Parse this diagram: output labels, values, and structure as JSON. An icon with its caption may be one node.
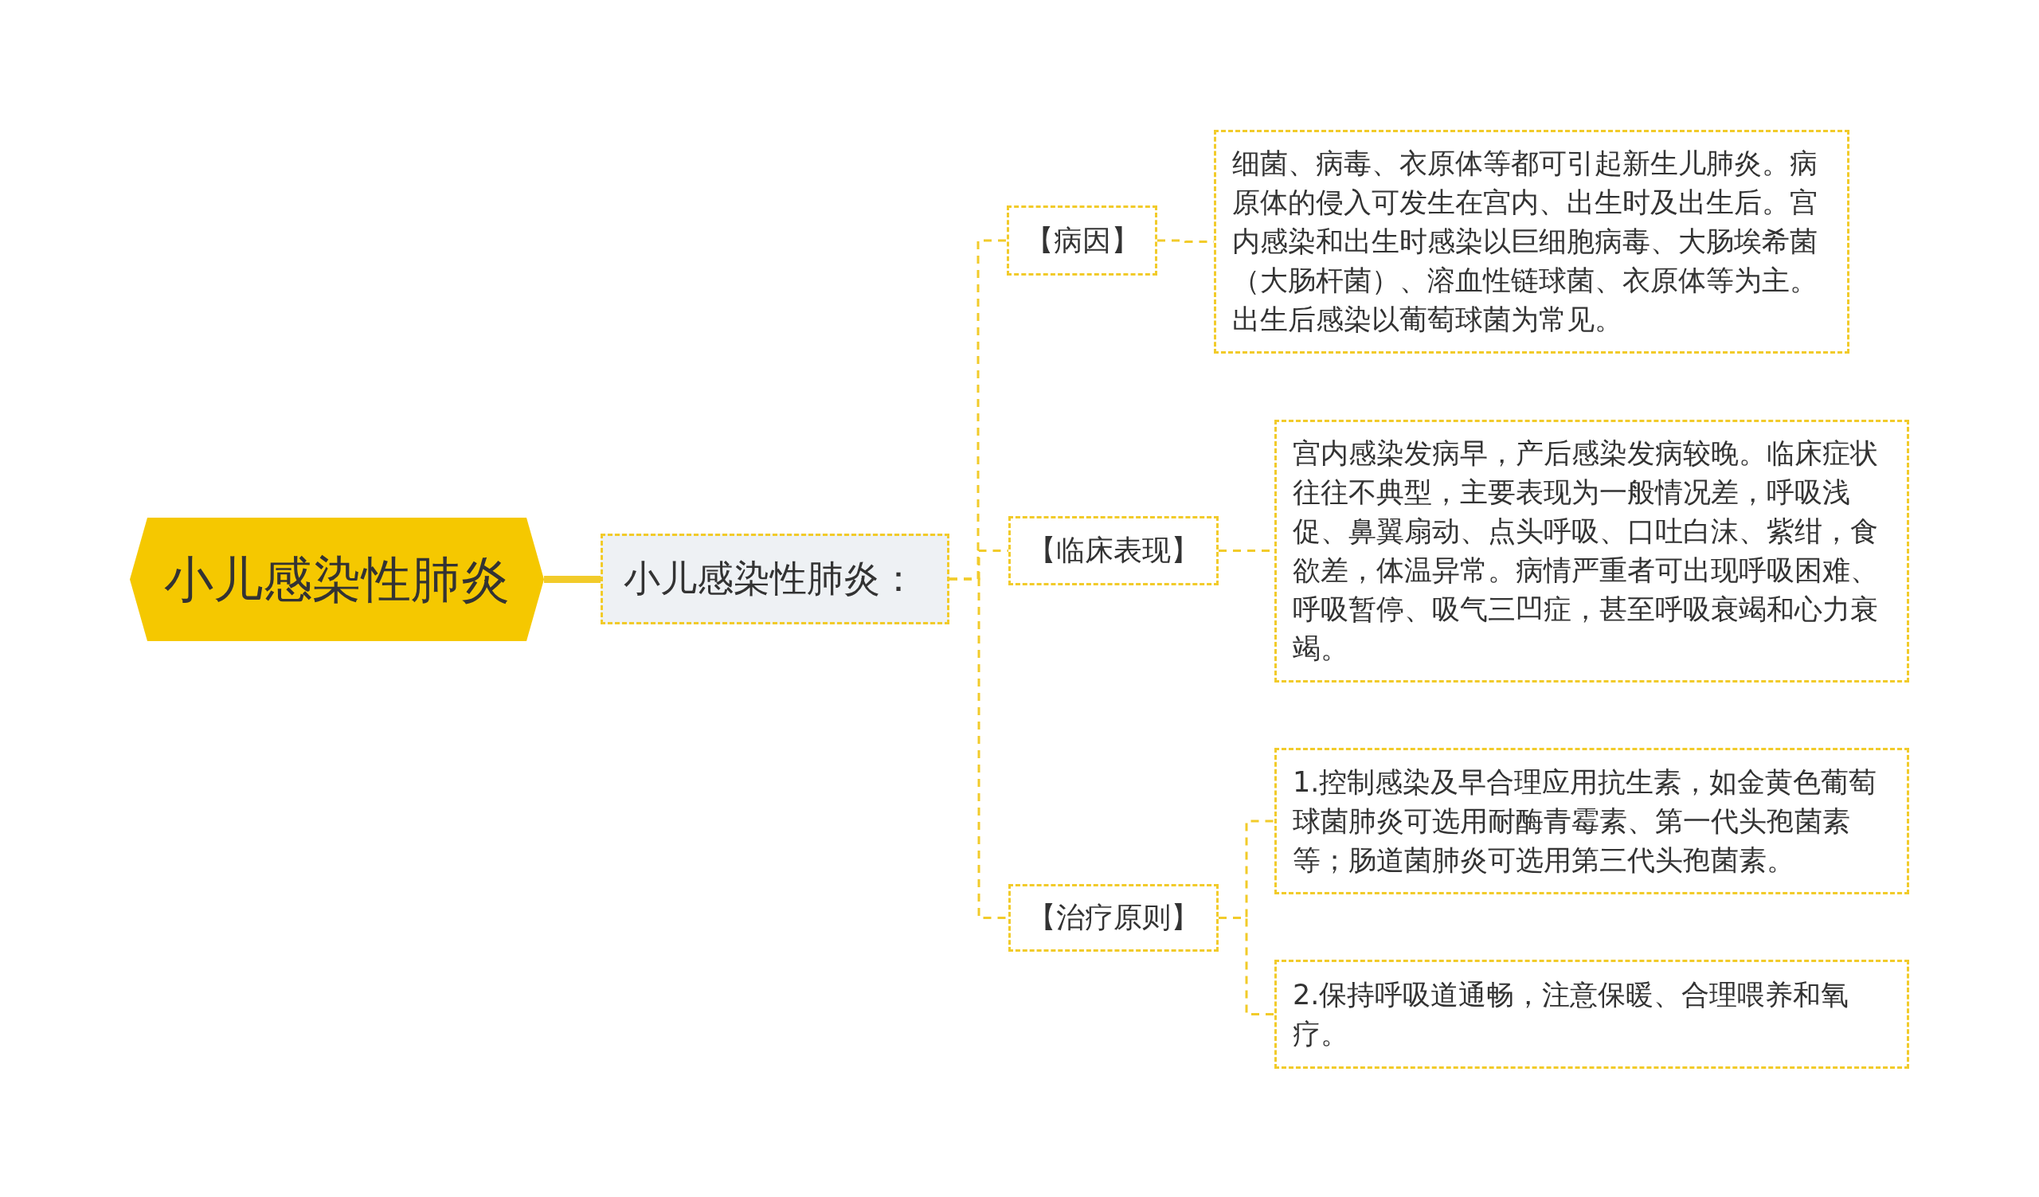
{
  "diagram": {
    "nodes": [
      {
        "text": [
          "小儿感染性肺炎"
        ]
      },
      {
        "text": [
          "小儿感染性肺炎："
        ]
      },
      {
        "text": [
          "【病因】"
        ]
      },
      {
        "text": [
          "细菌、病毒、衣原体等都可引起新生儿肺炎。病原体的侵入可发生在宫内、出生时及出生后。宫内感染和出生时感染以巨细胞病毒、大肠埃希菌（大肠杆菌）、溶血性链球菌、衣原体等为主。出生后感染以葡萄球菌为常见。"
        ]
      },
      {
        "text": [
          "【临床表现】"
        ]
      },
      {
        "text": [
          "宫内感染发病早，产后感染发病较晚。临床症状往往不典型，主要表现为一般情况差，呼吸浅促、鼻翼扇动、点头呼吸、口吐白沫、紫绀，食欲差，体温异常。病情严重者可出现呼吸困难、呼吸暂停、吸气三凹症，甚至呼吸衰竭和心力衰竭。"
        ]
      },
      {
        "text": [
          "【治疗原则】"
        ]
      },
      {
        "text": [
          "1.控制感染及早合理应用抗生素，如金黄色葡萄球菌肺炎可选用耐酶青霉素、第一代头孢菌素等；肠道菌肺炎可选用第三代头孢菌素。"
        ]
      },
      {
        "text": [
          "2.保持呼吸道通畅，注意保暖、合理喂养和氧疗。"
        ]
      }
    ],
    "edges": [
      {
        "from": 0,
        "to": 1,
        "arrow": "none",
        "style": "thick"
      },
      {
        "from": 1,
        "to": 2,
        "arrow": "none",
        "style": "dashed"
      },
      {
        "from": 1,
        "to": 4,
        "arrow": "none",
        "style": "dashed"
      },
      {
        "from": 1,
        "to": 6,
        "arrow": "none",
        "style": "dashed"
      },
      {
        "from": 2,
        "to": 3,
        "arrow": "none",
        "style": "dashed"
      },
      {
        "from": 4,
        "to": 5,
        "arrow": "none",
        "style": "dashed"
      },
      {
        "from": 6,
        "to": 7,
        "arrow": "none",
        "style": "dashed"
      },
      {
        "from": 6,
        "to": 8,
        "arrow": "none",
        "style": "dashed"
      }
    ]
  }
}
